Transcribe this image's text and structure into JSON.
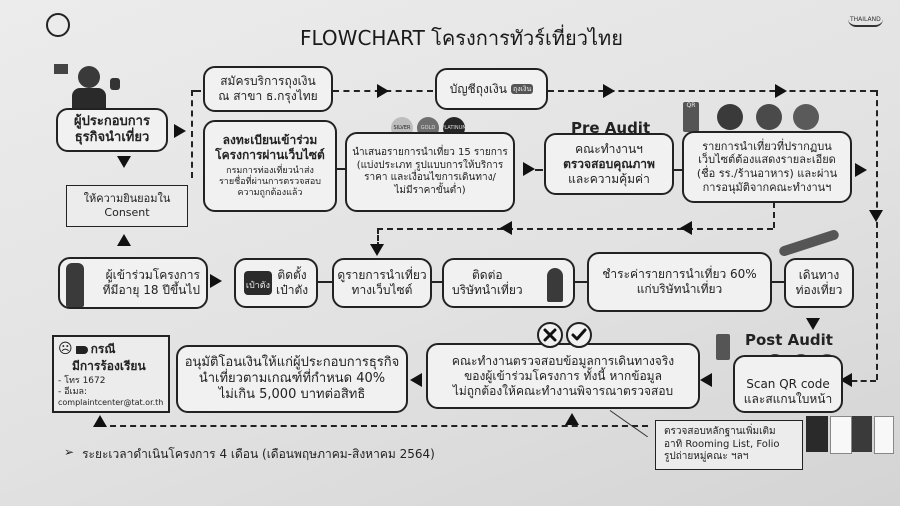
{
  "header": {
    "title": "FLOWCHART โครงการทัวร์เที่ยวไทย",
    "logo_right_text": "THAILAND"
  },
  "colors": {
    "line": "#222222",
    "box_fill": "#f1f1f1",
    "page_bg": "#e4e4e4"
  },
  "nodes": {
    "operator": {
      "line1": "ผู้ประกอบการ",
      "line2": "ธุรกิจนำเที่ยว"
    },
    "consent": {
      "line1": "ให้ความยินยอมใน",
      "line2": "Consent"
    },
    "bank_signup": {
      "line1": "สมัครบริการถุงเงิน",
      "line2": "ณ สาขา ธ.กรุงไทย"
    },
    "wallet_account": {
      "label": "บัญชีถุงเงิน",
      "icon_text": "ถุงเงิน"
    },
    "register": {
      "line1": "ลงทะเบียนเข้าร่วม",
      "line2": "โครงการผ่านเว็บไซต์",
      "sub1": "กรมการท่องเที่ยวนำส่ง",
      "sub2": "รายชื่อที่ผ่านการตรวจสอบ",
      "sub3": "ความถูกต้องแล้ว"
    },
    "propose": {
      "line1": "นำเสนอรายการนำเที่ยว 15 รายการ",
      "line2": "(แบ่งประเภท รูปแบบการให้บริการ",
      "line3": "ราคา และเงื่อนไขการเดินทาง/",
      "line4": "ไม่มีราคาขั้นต่ำ)",
      "badges": [
        "SILVER",
        "GOLD",
        "PLATINUM"
      ]
    },
    "pre_audit": {
      "heading": "Pre Audit",
      "line1": "คณะทำงานฯ",
      "line2": "ตรวจสอบคุณภาพ",
      "line3": "และความคุ้มค่า"
    },
    "website_listing": {
      "line1": "รายการนำเที่ยวที่ปรากฏบน",
      "line2": "เว็บไซต์ต้องแสดงรายละเอียด",
      "line3": "(ชื่อ รร./ร้านอาหาร) และผ่าน",
      "line4": "การอนุมัติจากคณะทำงานฯ",
      "qr_text": "QR"
    },
    "participant": {
      "line1": "ผู้เข้าร่วมโครงการ",
      "line2": "ที่มีอายุ 18 ปีขึ้นไป"
    },
    "install_app": {
      "app_icon_label": "เป๋าตัง",
      "line1": "ติดตั้ง",
      "line2": "เป๋าตัง"
    },
    "view_tours": {
      "line1": "ดูรายการนำเที่ยว",
      "line2": "ทางเว็บไซต์"
    },
    "contact": {
      "line1": "ติดต่อ",
      "line2": "บริษัทนำเที่ยว"
    },
    "pay60": {
      "line1": "ชำระค่ารายการนำเที่ยว 60%",
      "line2": "แก่บริษัทนำเที่ยว"
    },
    "travel": {
      "line1": "เดินทาง",
      "line2": "ท่องเที่ยว"
    },
    "complaint": {
      "line1": "กรณี",
      "line2": "มีการร้องเรียน",
      "phone": "- โทร 1672",
      "email_label": "- อีเมล:",
      "email": "complaintcenter@tat.or.th"
    },
    "approve40": {
      "line1": "อนุมัติโอนเงินให้แก่ผู้ประกอบการธุรกิจ",
      "line2": "นำเที่ยวตามเกณฑ์ที่กำหนด 40%",
      "line3": "ไม่เกิน 5,000 บาทต่อสิทธิ"
    },
    "verify": {
      "line1": "คณะทำงานตรวจสอบข้อมูลการเดินทางจริง",
      "line2": "ของผู้เข้าร่วมโครงการ ทั้งนี้ หากข้อมูล",
      "line3": "ไม่ถูกต้องให้คณะทำงานพิจารณาตรวจสอบ"
    },
    "post_audit": {
      "heading": "Post Audit",
      "line1": "Scan QR code",
      "line2": "และสแกนใบหน้า"
    },
    "evidence": {
      "line1": "ตรวจสอบหลักฐานเพิ่มเติม",
      "line2": "อาทิ Rooming List, Folio",
      "line3": "รูปถ่ายหมู่คณะ ฯลฯ"
    }
  },
  "footer": {
    "bullet": "➢",
    "note": "ระยะเวลาดำเนินโครงการ 4 เดือน (เดือนพฤษภาคม-สิงหาคม 2564)"
  }
}
